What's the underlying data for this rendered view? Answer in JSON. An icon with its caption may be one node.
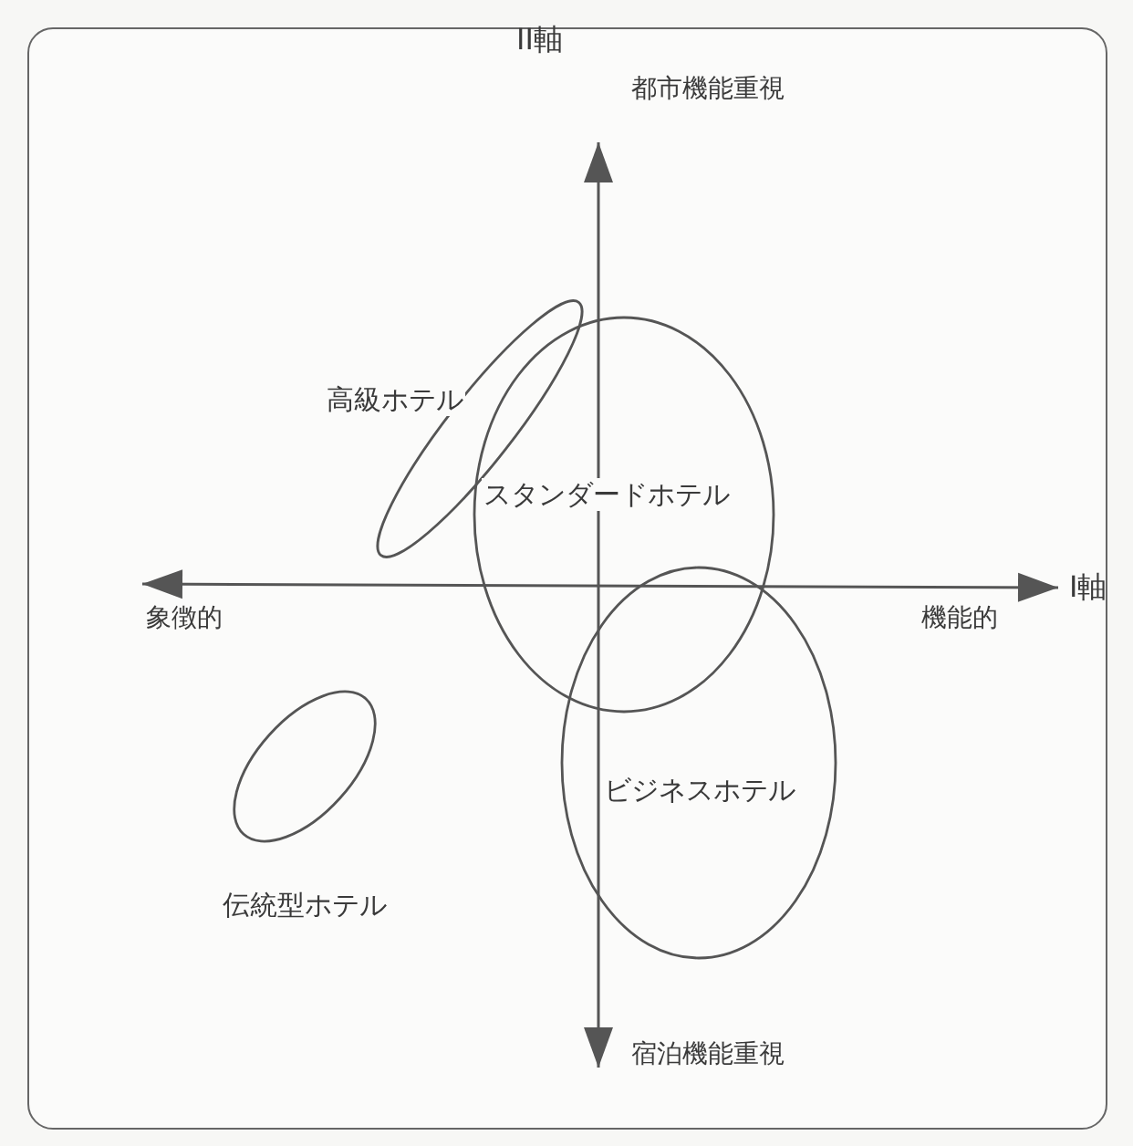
{
  "diagram": {
    "nodes": [
      {
        "text": [
          "高級ホテル"
        ]
      },
      {
        "text": [
          "スタンダードホテル"
        ]
      },
      {
        "text": [
          "ビジネスホテル"
        ]
      },
      {
        "text": [],
        "shape": "circle",
        "beside": [
          "伝統型ホテル"
        ]
      }
    ],
    "labels": [
      "II軸",
      "都市機能重視",
      "象徴的",
      "機能的",
      "I軸",
      "宿泊機能重視"
    ]
  }
}
